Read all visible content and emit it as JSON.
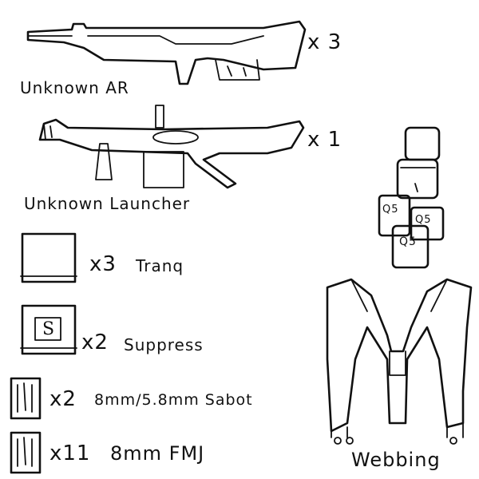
{
  "items": [
    {
      "id": "ar",
      "label": "Unknown AR",
      "quantity": "x 3",
      "icon": "assault-rifle-icon"
    },
    {
      "id": "launcher",
      "label": "Unknown Launcher",
      "quantity": "x 1",
      "icon": "launcher-icon"
    },
    {
      "id": "tranq",
      "label": "Tranq",
      "quantity": "x3",
      "icon": "tranq-ammo-box-icon"
    },
    {
      "id": "suppress",
      "label": "Suppress",
      "quantity": "x2",
      "icon": "suppress-ammo-box-icon",
      "icon_text": "S"
    },
    {
      "id": "sabot",
      "label": "8mm/5.8mm Sabot",
      "quantity": "x2",
      "icon": "sabot-magazine-icon"
    },
    {
      "id": "fmj",
      "label": "8mm FMJ",
      "quantity": "x11",
      "icon": "fmj-magazine-icon"
    }
  ],
  "webbing": {
    "label": "Webbing",
    "pouch_label": "Q5",
    "icon": "webbing-harness-icon"
  }
}
